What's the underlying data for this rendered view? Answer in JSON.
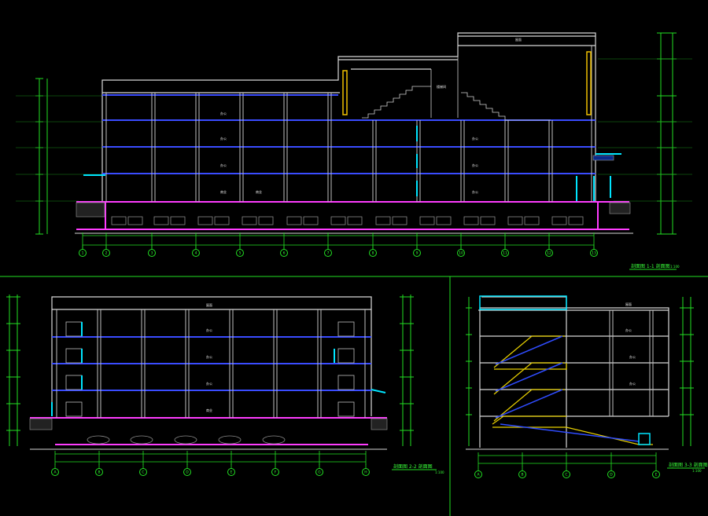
{
  "colors": {
    "background": "#000000",
    "wall": "#d8d8d8",
    "floor_slab": "#3a4cff",
    "ground_slab": "#ff3cff",
    "dimension": "#22e022",
    "level_mark": "#39ff3a",
    "window": "#00e5ff",
    "panel_yellow": "#f0c000",
    "stair": "#e8d000"
  },
  "views": [
    {
      "id": "section-1-1",
      "title": "剖面图 1-1 剖面图",
      "scale": "1:100",
      "room_labels": [
        "办公",
        "办公",
        "办公",
        "商业",
        "商业",
        "办公",
        "办公",
        "办公",
        "楼梯间",
        "屋面"
      ],
      "axis_labels": [
        "1",
        "2",
        "3",
        "4",
        "5",
        "6",
        "7",
        "8",
        "9",
        "10",
        "11",
        "12",
        "13"
      ]
    },
    {
      "id": "section-2-2",
      "title": "剖面图 2-2 剖面图",
      "scale": "1:100",
      "room_labels": [
        "屋面",
        "办公",
        "办公",
        "办公",
        "商业"
      ],
      "axis_labels": [
        "A",
        "B",
        "C",
        "D",
        "E",
        "F",
        "G",
        "H"
      ]
    },
    {
      "id": "section-3-3",
      "title": "剖面图 3-3 剖面图",
      "scale": "1:100",
      "room_labels": [
        "屋面",
        "办公",
        "办公",
        "办公"
      ],
      "axis_labels": [
        "A",
        "B",
        "C",
        "D",
        "E"
      ]
    }
  ]
}
